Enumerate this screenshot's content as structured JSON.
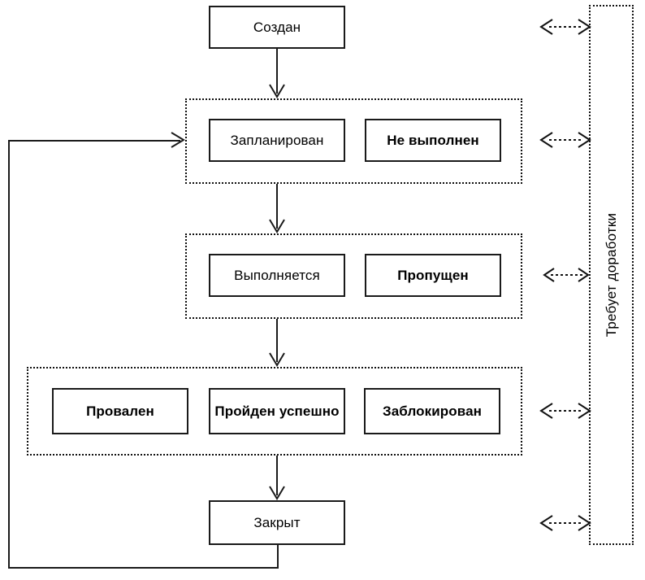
{
  "diagram": {
    "title_vertical": "Требует доработки",
    "nodes": {
      "created": "Создан",
      "planned": "Запланирован",
      "not_executed": "Не выполнен",
      "in_progress": "Выполняется",
      "skipped": "Пропущен",
      "failed": "Провален",
      "passed": "Пройден успешно",
      "blocked": "Заблокирован",
      "closed": "Закрыт"
    },
    "colors": {
      "stroke": "#1a1a1a",
      "dotted": "#111111",
      "background": "#ffffff",
      "text": "#000000"
    }
  }
}
